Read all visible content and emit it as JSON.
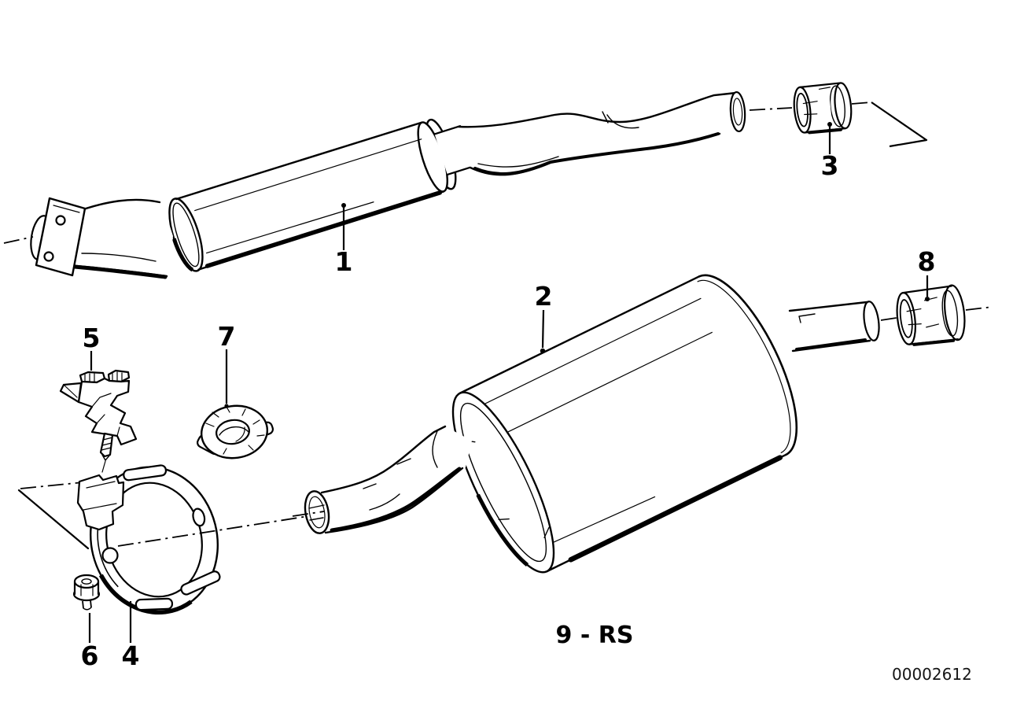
{
  "diagram": {
    "background_color": "#ffffff",
    "line_color": "#000000",
    "part_labels": {
      "p1": "1",
      "p2": "2",
      "p3": "3",
      "p4": "4",
      "p5": "5",
      "p6": "6",
      "p7": "7",
      "p8": "8"
    },
    "variant_label": "9 - RS",
    "plate_number": "00002612"
  }
}
